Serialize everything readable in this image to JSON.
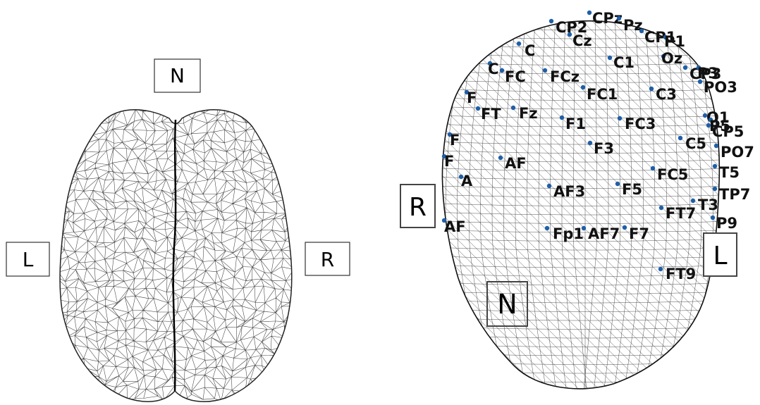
{
  "panels": {
    "brain": {
      "orientation_labels": {
        "nose": "N",
        "left": "L",
        "right": "R"
      }
    },
    "head": {
      "orientation_labels": {
        "nose": "N",
        "left": "L",
        "right": "R"
      },
      "electrodes": [
        "CP2",
        "CPz",
        "Pz",
        "CP1",
        "P1",
        "Cz",
        "C",
        "C",
        "Oz",
        "CP3",
        "P3",
        "C1",
        "FC",
        "FCz",
        "PO3",
        "F",
        "FC1",
        "C3",
        "FT",
        "Fz",
        "F1",
        "FC3",
        "O1",
        "P5",
        "CP5",
        "F",
        "F3",
        "C5",
        "F",
        "AF",
        "PO7",
        "FC5",
        "T5",
        "A",
        "AF3",
        "F5",
        "TP7",
        "T3",
        "FT7",
        "AF",
        "P9",
        "Fp1",
        "AF7",
        "F7",
        "FT9"
      ]
    }
  },
  "colors": {
    "mesh_stroke": "#1a1a1a",
    "electrode_marker": "#1f5fa8",
    "label_text": "#111111"
  }
}
